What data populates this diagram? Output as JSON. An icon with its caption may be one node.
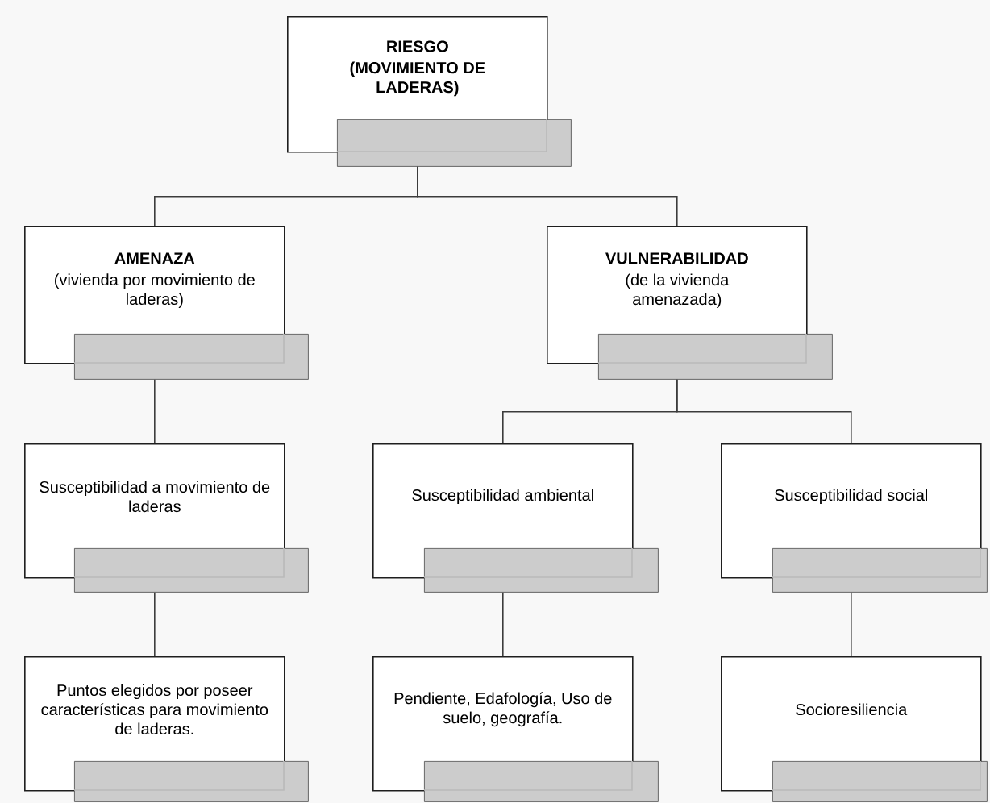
{
  "diagram": {
    "nodes": [
      {
        "text": [
          "RIESGO",
          "(MOVIMIENTO DE LADERAS)"
        ]
      },
      {
        "text": [],
        "shape": "box"
      },
      {
        "text": [
          "AMENAZA",
          "(vivienda por movimiento de laderas)"
        ]
      },
      {
        "text": [],
        "shape": "box"
      },
      {
        "text": [
          "VULNERABILIDAD",
          "(de la vivienda amenazada)"
        ]
      },
      {
        "text": [],
        "shape": "box"
      },
      {
        "text": [
          "Susceptibilidad a movimiento de laderas"
        ]
      },
      {
        "text": [],
        "shape": "box"
      },
      {
        "text": [
          "Susceptibilidad ambiental"
        ]
      },
      {
        "text": [],
        "shape": "box"
      },
      {
        "text": [
          "Susceptibilidad social"
        ]
      },
      {
        "text": [],
        "shape": "box"
      },
      {
        "text": [
          "Puntos elegidos por poseer características para movimiento de laderas."
        ]
      },
      {
        "text": [],
        "shape": "box"
      },
      {
        "text": [
          "Pendiente, Edafología, Uso de suelo, geografía."
        ]
      },
      {
        "text": [],
        "shape": "box"
      },
      {
        "text": [
          "Socioresiliencia"
        ]
      },
      {
        "text": [],
        "shape": "box"
      }
    ],
    "edges": [
      {
        "from": 1,
        "to": 2,
        "arrow": "none"
      },
      {
        "from": 1,
        "to": 4,
        "arrow": "none"
      },
      {
        "from": 3,
        "to": 6,
        "arrow": "none"
      },
      {
        "from": 5,
        "to": 8,
        "arrow": "none"
      },
      {
        "from": 5,
        "to": 10,
        "arrow": "none"
      },
      {
        "from": 7,
        "to": 12,
        "arrow": "none"
      },
      {
        "from": 9,
        "to": 14,
        "arrow": "none"
      },
      {
        "from": 11,
        "to": 16,
        "arrow": "none"
      }
    ]
  }
}
